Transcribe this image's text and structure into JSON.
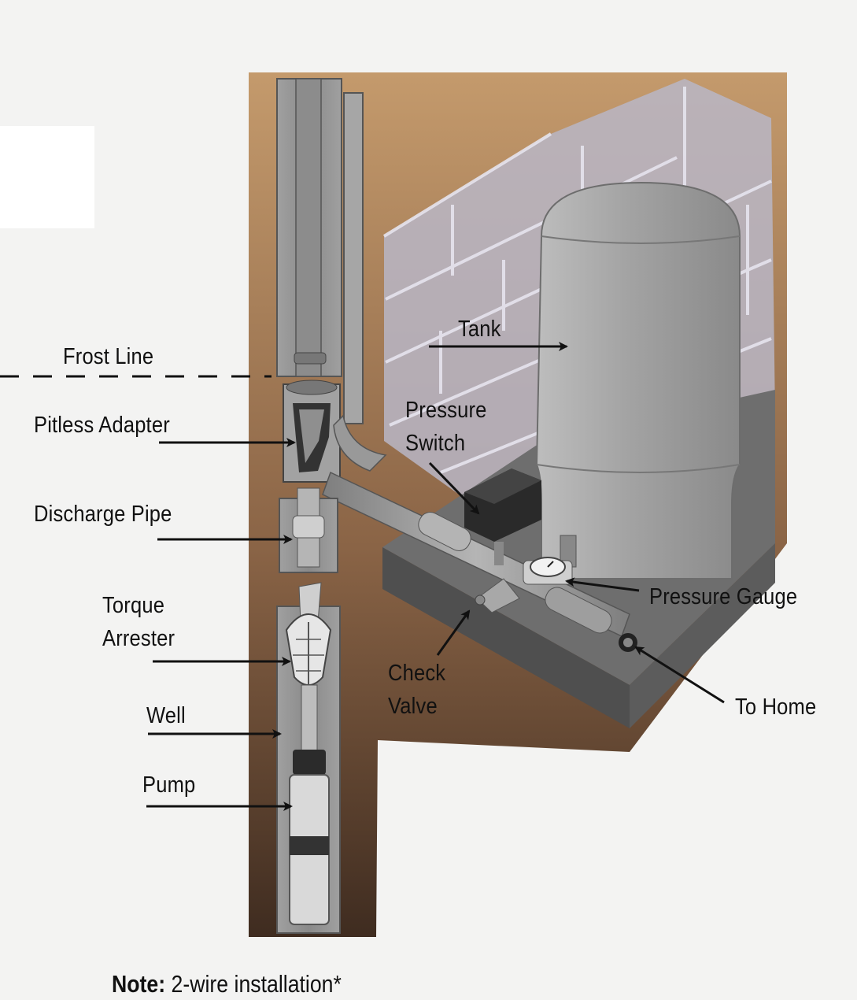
{
  "labels": {
    "frost_line": "Frost Line",
    "pitless_adapter": "Pitless Adapter",
    "discharge_pipe": "Discharge Pipe",
    "torque_arrester_1": "Torque",
    "torque_arrester_2": "Arrester",
    "well": "Well",
    "pump": "Pump",
    "tank": "Tank",
    "pressure_switch_1": "Pressure",
    "pressure_switch_2": "Switch",
    "pressure_gauge": "Pressure Gauge",
    "check_valve_1": "Check",
    "check_valve_2": "Valve",
    "to_home": "To Home"
  },
  "note": {
    "bold": "Note:",
    "text": " 2-wire installation*"
  },
  "colors": {
    "soil_top": "#c49a6c",
    "soil_bottom": "#3f2c20",
    "wall": "#b9b6c6",
    "tank": "#a9a9a9",
    "pipe": "#9a9a9a",
    "platform": "#6e6e6e"
  }
}
